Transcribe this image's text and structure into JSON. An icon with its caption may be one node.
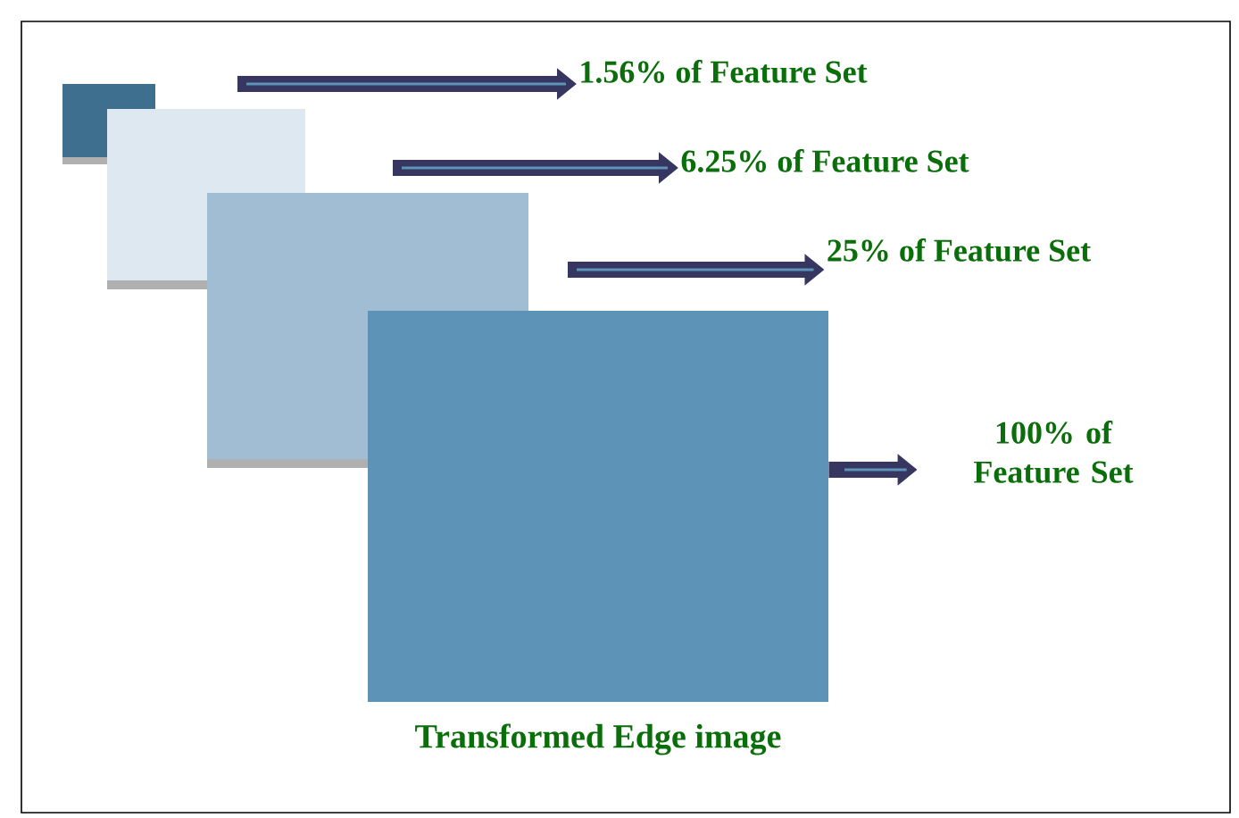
{
  "diagram": {
    "nodes": [
      {
        "text": [],
        "shape": "box"
      },
      {
        "text": [],
        "shape": "box"
      },
      {
        "text": [],
        "shape": "box"
      },
      {
        "text": [],
        "shape": "box",
        "beside": [
          "Transformed Edge image"
        ]
      },
      {
        "text": [
          "1.56% of Feature Set"
        ]
      },
      {
        "text": [
          "6.25% of Feature Set"
        ]
      },
      {
        "text": [
          "25% of Feature Set"
        ]
      },
      {
        "text": [
          "100% of Feature Set"
        ]
      }
    ],
    "edges": [
      {
        "from": null,
        "to": 4,
        "arrow": "to"
      },
      {
        "from": null,
        "to": 5,
        "arrow": "to"
      },
      {
        "from": null,
        "to": 6,
        "arrow": "to"
      },
      {
        "from": 3,
        "to": 7,
        "arrow": "to"
      }
    ]
  }
}
